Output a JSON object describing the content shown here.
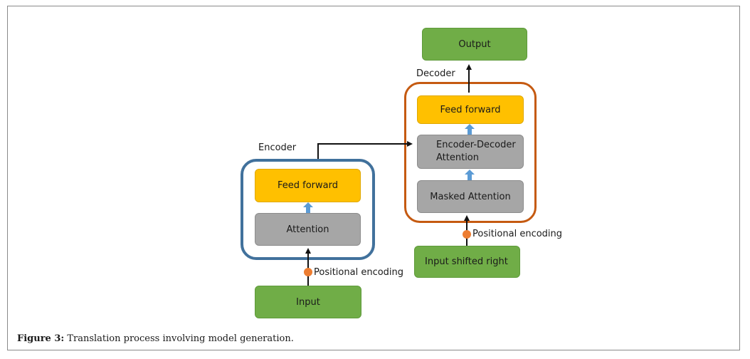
{
  "nodes": {
    "output": "Output",
    "decoder_label": "Decoder",
    "decoder_feed_forward": "Feed forward",
    "encoder_decoder_attention": "Encoder-Decoder Attention",
    "masked_attention": "Masked Attention",
    "decoder_positional": "Positional encoding",
    "input_shifted": "Input shifted right",
    "encoder_label": "Encoder",
    "encoder_feed_forward": "Feed forward",
    "encoder_attention": "Attention",
    "encoder_positional": "Positional encoding",
    "input": "Input"
  },
  "caption": {
    "label": "Figure 3:",
    "text": " Translation process involving model generation."
  },
  "colors": {
    "green": "#70ad47",
    "gold": "#ffc000",
    "gray": "#a6a6a6",
    "encoder_border": "#41719c",
    "decoder_border": "#c55a11",
    "positional_dot": "#ed7d31",
    "small_arrow": "#5b9bd5"
  }
}
